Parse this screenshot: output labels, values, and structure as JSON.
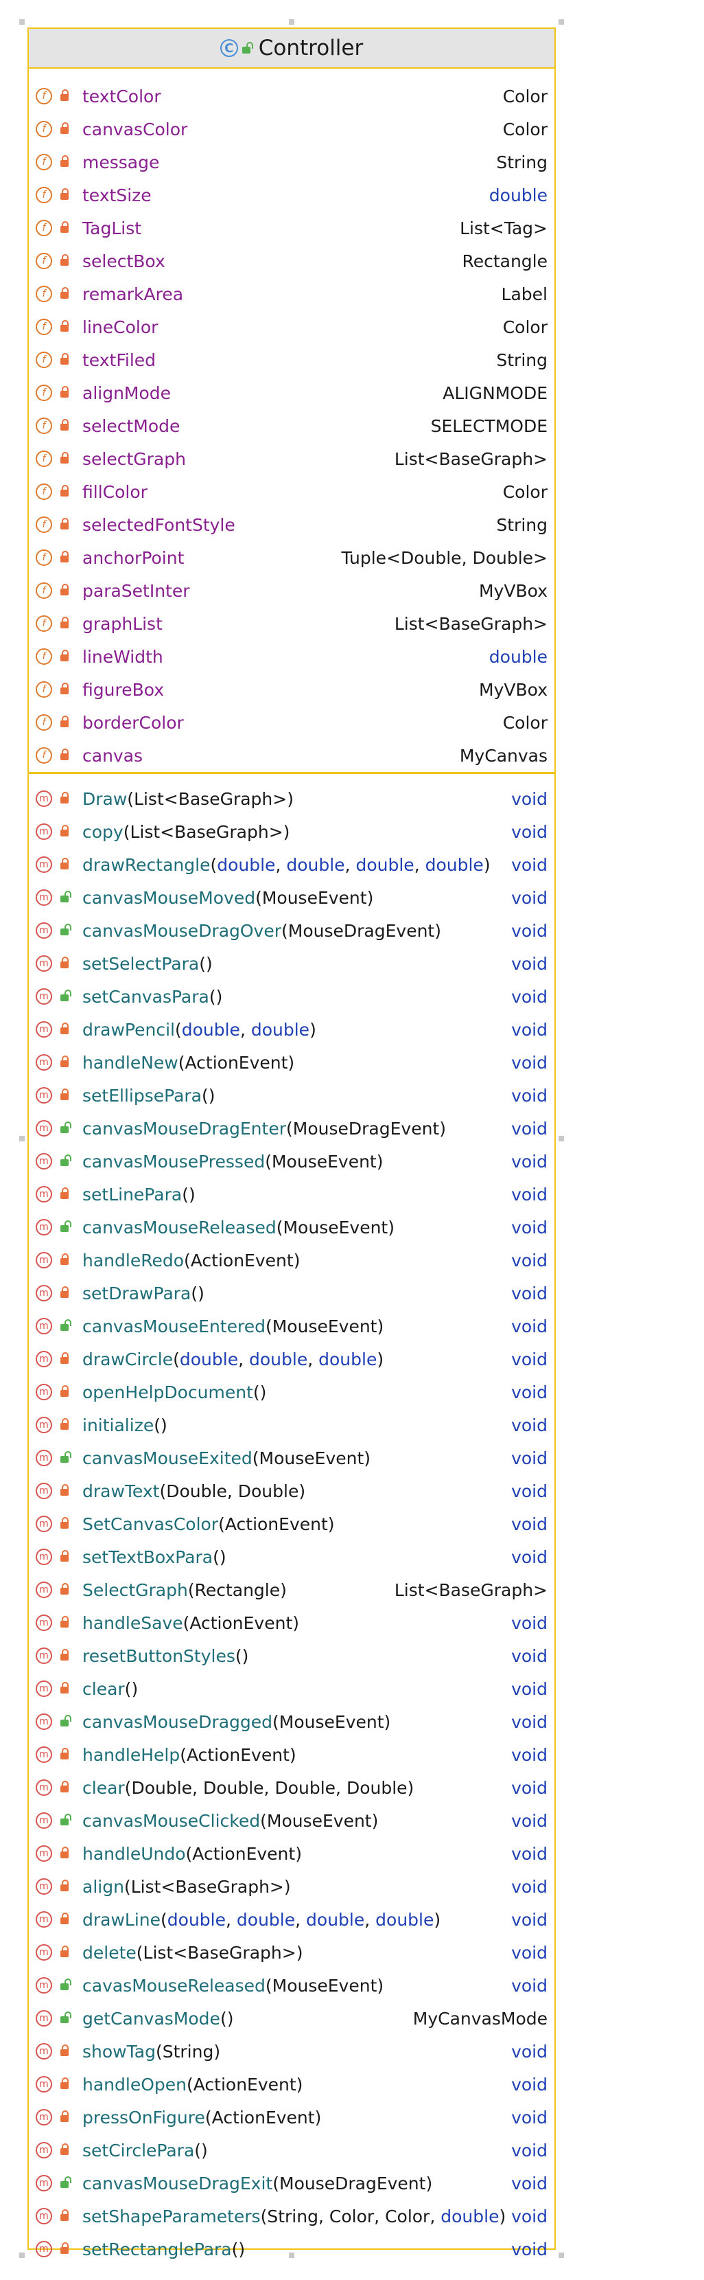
{
  "class_name": "Controller",
  "colors": {
    "border": "#f0c419",
    "field_name": "#8a2090",
    "method_name": "#1d6e78",
    "keyword": "#1f3fb5"
  },
  "fields": [
    {
      "name": "textColor",
      "type": "Color"
    },
    {
      "name": "canvasColor",
      "type": "Color"
    },
    {
      "name": "message",
      "type": "String"
    },
    {
      "name": "textSize",
      "type": "double",
      "kw": true
    },
    {
      "name": "TagList",
      "type": "List<Tag>"
    },
    {
      "name": "selectBox",
      "type": "Rectangle"
    },
    {
      "name": "remarkArea",
      "type": "Label"
    },
    {
      "name": "lineColor",
      "type": "Color"
    },
    {
      "name": "textFiled",
      "type": "String"
    },
    {
      "name": "alignMode",
      "type": "ALIGNMODE"
    },
    {
      "name": "selectMode",
      "type": "SELECTMODE"
    },
    {
      "name": "selectGraph",
      "type": "List<BaseGraph>"
    },
    {
      "name": "fillColor",
      "type": "Color"
    },
    {
      "name": "selectedFontStyle",
      "type": "String"
    },
    {
      "name": "anchorPoint",
      "type": "Tuple<Double, Double>"
    },
    {
      "name": "paraSetInter",
      "type": "MyVBox"
    },
    {
      "name": "graphList",
      "type": "List<BaseGraph>"
    },
    {
      "name": "lineWidth",
      "type": "double",
      "kw": true
    },
    {
      "name": "figureBox",
      "type": "MyVBox"
    },
    {
      "name": "borderColor",
      "type": "Color"
    },
    {
      "name": "canvas",
      "type": "MyCanvas"
    }
  ],
  "methods": [
    {
      "name": "Draw",
      "params": [
        [
          "List<BaseGraph>",
          false
        ]
      ],
      "ret": "void",
      "public": false
    },
    {
      "name": "copy",
      "params": [
        [
          "List<BaseGraph>",
          false
        ]
      ],
      "ret": "void",
      "public": false
    },
    {
      "name": "drawRectangle",
      "params": [
        [
          "double",
          true
        ],
        [
          "double",
          true
        ],
        [
          "double",
          true
        ],
        [
          "double",
          true
        ]
      ],
      "ret": "void",
      "public": false
    },
    {
      "name": "canvasMouseMoved",
      "params": [
        [
          "MouseEvent",
          false
        ]
      ],
      "ret": "void",
      "public": true
    },
    {
      "name": "canvasMouseDragOver",
      "params": [
        [
          "MouseDragEvent",
          false
        ]
      ],
      "ret": "void",
      "public": true
    },
    {
      "name": "setSelectPara",
      "params": [],
      "ret": "void",
      "public": false
    },
    {
      "name": "setCanvasPara",
      "params": [],
      "ret": "void",
      "public": true
    },
    {
      "name": "drawPencil",
      "params": [
        [
          "double",
          true
        ],
        [
          "double",
          true
        ]
      ],
      "ret": "void",
      "public": false
    },
    {
      "name": "handleNew",
      "params": [
        [
          "ActionEvent",
          false
        ]
      ],
      "ret": "void",
      "public": false
    },
    {
      "name": "setEllipsePara",
      "params": [],
      "ret": "void",
      "public": false
    },
    {
      "name": "canvasMouseDragEnter",
      "params": [
        [
          "MouseDragEvent",
          false
        ]
      ],
      "ret": "void",
      "public": true
    },
    {
      "name": "canvasMousePressed",
      "params": [
        [
          "MouseEvent",
          false
        ]
      ],
      "ret": "void",
      "public": true
    },
    {
      "name": "setLinePara",
      "params": [],
      "ret": "void",
      "public": false
    },
    {
      "name": "canvasMouseReleased",
      "params": [
        [
          "MouseEvent",
          false
        ]
      ],
      "ret": "void",
      "public": true
    },
    {
      "name": "handleRedo",
      "params": [
        [
          "ActionEvent",
          false
        ]
      ],
      "ret": "void",
      "public": false
    },
    {
      "name": "setDrawPara",
      "params": [],
      "ret": "void",
      "public": false
    },
    {
      "name": "canvasMouseEntered",
      "params": [
        [
          "MouseEvent",
          false
        ]
      ],
      "ret": "void",
      "public": true
    },
    {
      "name": "drawCircle",
      "params": [
        [
          "double",
          true
        ],
        [
          "double",
          true
        ],
        [
          "double",
          true
        ]
      ],
      "ret": "void",
      "public": false
    },
    {
      "name": "openHelpDocument",
      "params": [],
      "ret": "void",
      "public": false
    },
    {
      "name": "initialize",
      "params": [],
      "ret": "void",
      "public": false
    },
    {
      "name": "canvasMouseExited",
      "params": [
        [
          "MouseEvent",
          false
        ]
      ],
      "ret": "void",
      "public": true
    },
    {
      "name": "drawText",
      "params": [
        [
          "Double",
          false
        ],
        [
          "Double",
          false
        ]
      ],
      "ret": "void",
      "public": false
    },
    {
      "name": "SetCanvasColor",
      "params": [
        [
          "ActionEvent",
          false
        ]
      ],
      "ret": "void",
      "public": false
    },
    {
      "name": "setTextBoxPara",
      "params": [],
      "ret": "void",
      "public": false
    },
    {
      "name": "SelectGraph",
      "params": [
        [
          "Rectangle",
          false
        ]
      ],
      "ret": "List<BaseGraph>",
      "public": false
    },
    {
      "name": "handleSave",
      "params": [
        [
          "ActionEvent",
          false
        ]
      ],
      "ret": "void",
      "public": false
    },
    {
      "name": "resetButtonStyles",
      "params": [],
      "ret": "void",
      "public": false
    },
    {
      "name": "clear",
      "params": [],
      "ret": "void",
      "public": false
    },
    {
      "name": "canvasMouseDragged",
      "params": [
        [
          "MouseEvent",
          false
        ]
      ],
      "ret": "void",
      "public": true
    },
    {
      "name": "handleHelp",
      "params": [
        [
          "ActionEvent",
          false
        ]
      ],
      "ret": "void",
      "public": false
    },
    {
      "name": "clear",
      "params": [
        [
          "Double",
          false
        ],
        [
          "Double",
          false
        ],
        [
          "Double",
          false
        ],
        [
          "Double",
          false
        ]
      ],
      "ret": "void",
      "public": false
    },
    {
      "name": "canvasMouseClicked",
      "params": [
        [
          "MouseEvent",
          false
        ]
      ],
      "ret": "void",
      "public": true
    },
    {
      "name": "handleUndo",
      "params": [
        [
          "ActionEvent",
          false
        ]
      ],
      "ret": "void",
      "public": false
    },
    {
      "name": "align",
      "params": [
        [
          "List<BaseGraph>",
          false
        ]
      ],
      "ret": "void",
      "public": false
    },
    {
      "name": "drawLine",
      "params": [
        [
          "double",
          true
        ],
        [
          "double",
          true
        ],
        [
          "double",
          true
        ],
        [
          "double",
          true
        ]
      ],
      "ret": "void",
      "public": false
    },
    {
      "name": "delete",
      "params": [
        [
          "List<BaseGraph>",
          false
        ]
      ],
      "ret": "void",
      "public": false
    },
    {
      "name": "cavasMouseReleased",
      "params": [
        [
          "MouseEvent",
          false
        ]
      ],
      "ret": "void",
      "public": true
    },
    {
      "name": "getCanvasMode",
      "params": [],
      "ret": "MyCanvasMode",
      "public": true
    },
    {
      "name": "showTag",
      "params": [
        [
          "String",
          false
        ]
      ],
      "ret": "void",
      "public": false
    },
    {
      "name": "handleOpen",
      "params": [
        [
          "ActionEvent",
          false
        ]
      ],
      "ret": "void",
      "public": false
    },
    {
      "name": "pressOnFigure",
      "params": [
        [
          "ActionEvent",
          false
        ]
      ],
      "ret": "void",
      "public": false
    },
    {
      "name": "setCirclePara",
      "params": [],
      "ret": "void",
      "public": false
    },
    {
      "name": "canvasMouseDragExit",
      "params": [
        [
          "MouseDragEvent",
          false
        ]
      ],
      "ret": "void",
      "public": true
    },
    {
      "name": "setShapeParameters",
      "params": [
        [
          "String",
          false
        ],
        [
          "Color",
          false
        ],
        [
          "Color",
          false
        ],
        [
          "double",
          true
        ]
      ],
      "ret": "void",
      "public": false
    },
    {
      "name": "setRectanglePara",
      "params": [],
      "ret": "void",
      "public": false
    }
  ]
}
